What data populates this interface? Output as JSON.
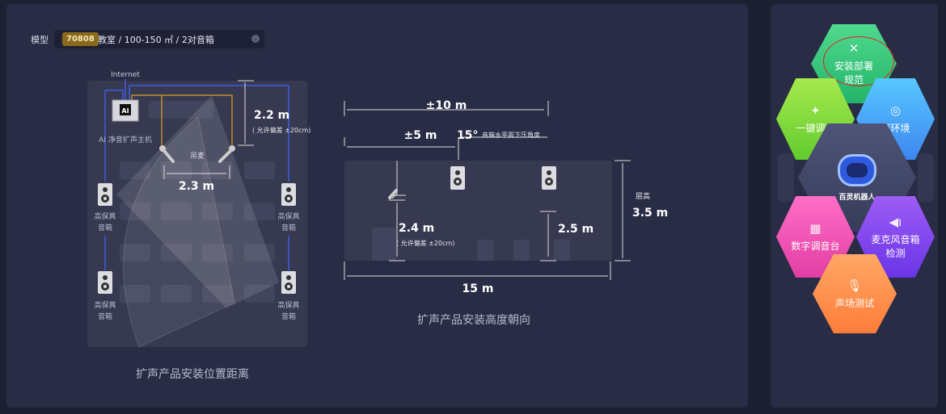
{
  "model": {
    "label": "模型",
    "code": "70808",
    "value": "教室 / 100-150 ㎡ / 2对音箱"
  },
  "plan": {
    "internet": "Internet",
    "host_label": "AI 净音扩声主机",
    "host_chip": "AI",
    "mic_label": "吊麦",
    "height": "2.2 m",
    "height_note": "( 允许偏差 ±20cm)",
    "mic_spacing": "2.3 m",
    "speaker_label_1": "高保真",
    "speaker_label_2": "音箱",
    "caption": "扩声产品安装位置距离"
  },
  "elevation": {
    "span_10": "±10 m",
    "span_5": "±5 m",
    "angle": "15°",
    "angle_note": "音箱水平面下压角度",
    "mic_height": "2.4 m",
    "mic_note": "( 允许偏差 ±20cm)",
    "speaker_height": "2.5 m",
    "floor_label": "层高",
    "floor_height": "3.5 m",
    "length": "15 m",
    "caption": "扩声产品安装高度朝向"
  },
  "menu": {
    "install": "安装部署规范",
    "install_l1": "安装部署",
    "install_l2": "规范",
    "tune": "一键调音",
    "env": "声环境",
    "robot": "百灵机器人",
    "mixer": "数字调音台",
    "mic_l1": "麦克风音箱",
    "mic_l2": "检测",
    "test": "声场测试"
  },
  "colors": {
    "accent_blue": "#3f5fe0",
    "wire_orange": "#e0a020",
    "highlight": "#e02020"
  }
}
